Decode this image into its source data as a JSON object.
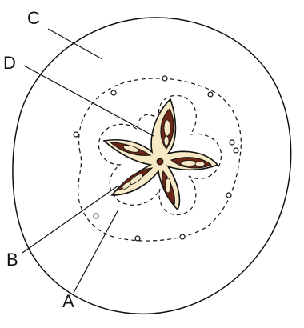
{
  "labels": {
    "a": "A",
    "b": "B",
    "c": "C",
    "d": "D"
  },
  "colors": {
    "outline": "#111111",
    "seed_coat": "#6b2618",
    "seed_inner": "#f4e8c6",
    "carpel_fill": "#f7e9c5",
    "background": "#ffffff"
  }
}
